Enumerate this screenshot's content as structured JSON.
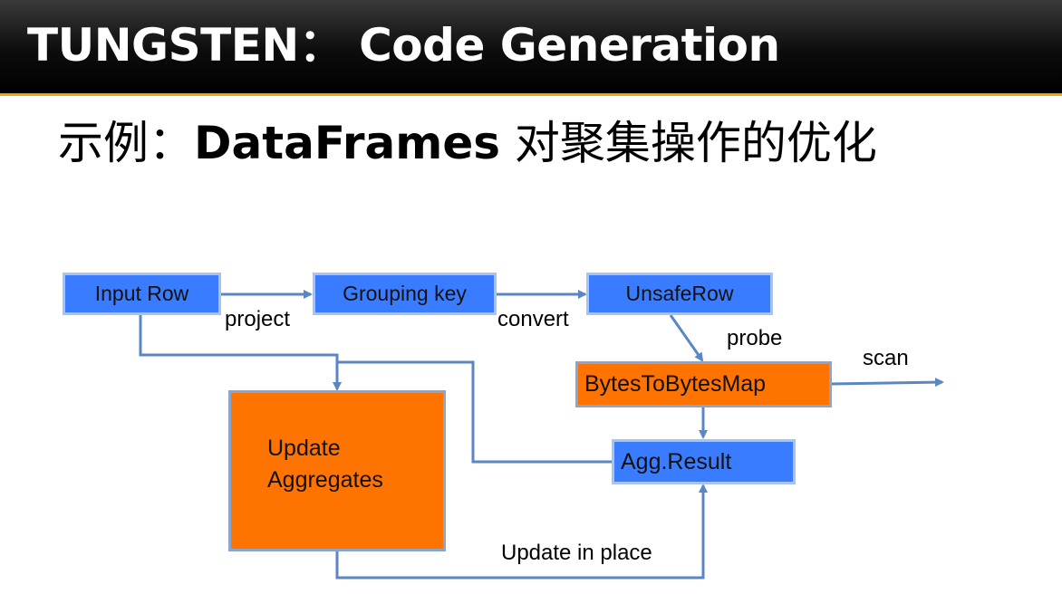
{
  "header": {
    "title": "TUNGSTEN： Code Generation",
    "bar_color": "#000000",
    "accent_color": "#f0a800"
  },
  "subtitle": {
    "prefix": "示例：",
    "bold": "DataFrames",
    "suffix": " 对聚集操作的优化"
  },
  "diagram": {
    "nodes": {
      "input_row": "Input Row",
      "grouping_key": "Grouping key",
      "unsafe_row": "UnsafeRow",
      "bytes_map": "BytesToBytesMap",
      "update_aggregates_line1": "Update",
      "update_aggregates_line2": "Aggregates",
      "agg_result": "Agg.Result"
    },
    "edge_labels": {
      "project": "project",
      "convert": "convert",
      "probe": "probe",
      "scan": "scan",
      "update_in_place": "Update in place"
    },
    "colors": {
      "blue_node": "#3a7cff",
      "orange_node": "#ff7300",
      "arrow": "#5b86c4"
    }
  }
}
